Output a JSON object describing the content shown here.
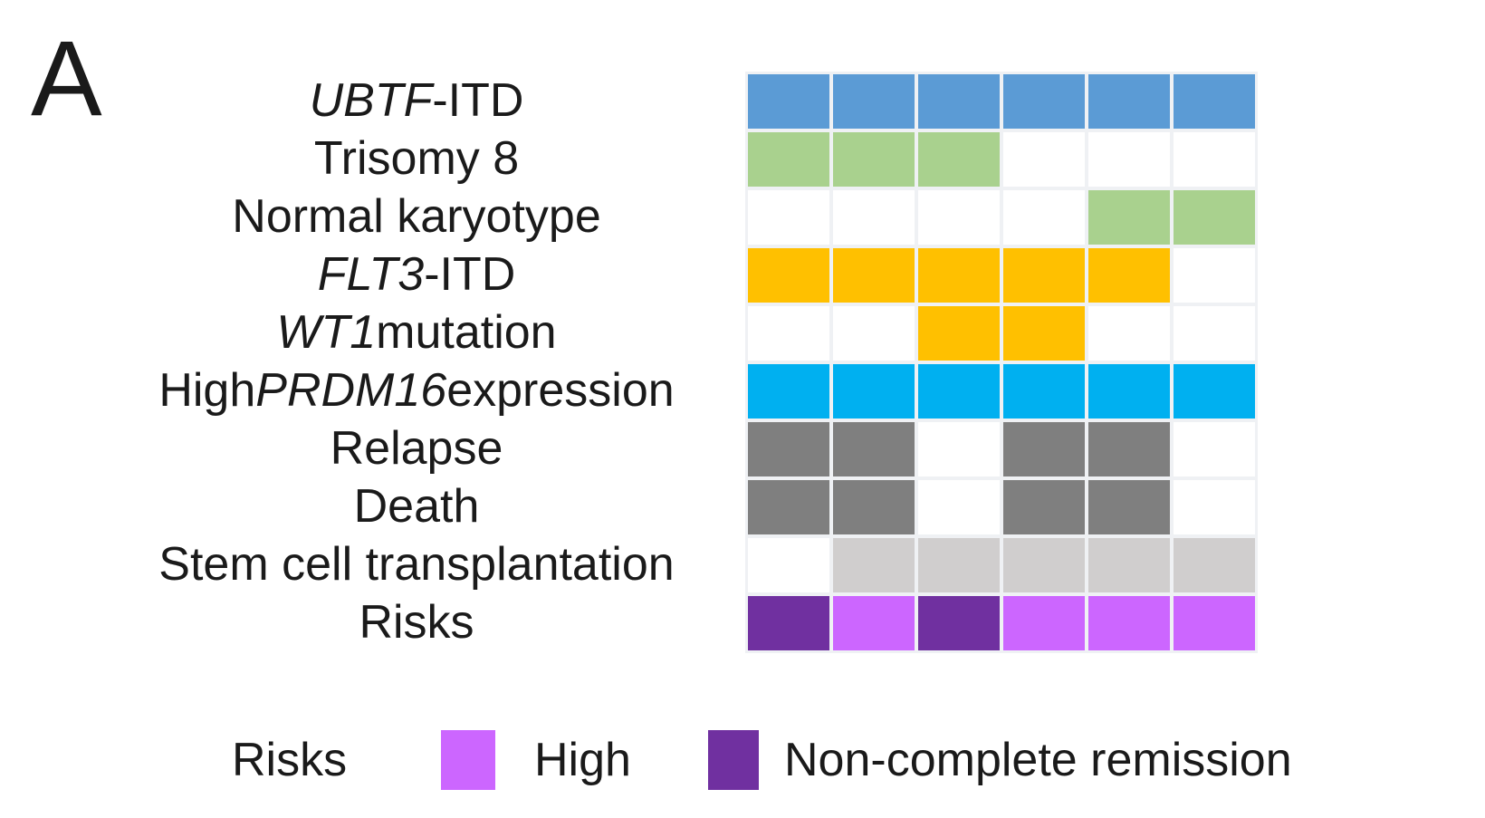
{
  "panel_label": "A",
  "colors": {
    "blue": "#5B9BD5",
    "green": "#A9D18E",
    "yellow": "#FFC000",
    "cyan": "#00B0F0",
    "gray": "#7F7F7F",
    "light_gray": "#D0CECE",
    "dark_purple": "#7030A0",
    "light_purple": "#CC66FF",
    "empty": "#FFFFFF",
    "grid_background": "#EFF1F4"
  },
  "chart_data": {
    "type": "heatmap",
    "title": "",
    "columns": 6,
    "rows": [
      {
        "label_segments": [
          {
            "text": "UBTF",
            "italic": true
          },
          {
            "text": "-ITD",
            "italic": false
          }
        ],
        "cells": [
          "blue",
          "blue",
          "blue",
          "blue",
          "blue",
          "blue"
        ]
      },
      {
        "label_segments": [
          {
            "text": "Trisomy 8",
            "italic": false
          }
        ],
        "cells": [
          "green",
          "green",
          "green",
          null,
          null,
          null
        ]
      },
      {
        "label_segments": [
          {
            "text": "Normal karyotype",
            "italic": false
          }
        ],
        "cells": [
          null,
          null,
          null,
          null,
          "green",
          "green"
        ]
      },
      {
        "label_segments": [
          {
            "text": "FLT3",
            "italic": true
          },
          {
            "text": "-ITD",
            "italic": false
          }
        ],
        "cells": [
          "yellow",
          "yellow",
          "yellow",
          "yellow",
          "yellow",
          null
        ]
      },
      {
        "label_segments": [
          {
            "text": "WT1",
            "italic": true
          },
          {
            "text": " mutation",
            "italic": false
          }
        ],
        "cells": [
          null,
          null,
          "yellow",
          "yellow",
          null,
          null
        ]
      },
      {
        "label_segments": [
          {
            "text": "High ",
            "italic": false
          },
          {
            "text": "PRDM16",
            "italic": true
          },
          {
            "text": " expression",
            "italic": false
          }
        ],
        "cells": [
          "cyan",
          "cyan",
          "cyan",
          "cyan",
          "cyan",
          "cyan"
        ]
      },
      {
        "label_segments": [
          {
            "text": "Relapse",
            "italic": false
          }
        ],
        "cells": [
          "gray",
          "gray",
          null,
          "gray",
          "gray",
          null
        ]
      },
      {
        "label_segments": [
          {
            "text": "Death",
            "italic": false
          }
        ],
        "cells": [
          "gray",
          "gray",
          null,
          "gray",
          "gray",
          null
        ]
      },
      {
        "label_segments": [
          {
            "text": "Stem cell transplantation",
            "italic": false
          }
        ],
        "cells": [
          null,
          "light_gray",
          "light_gray",
          "light_gray",
          "light_gray",
          "light_gray"
        ]
      },
      {
        "label_segments": [
          {
            "text": "Risks",
            "italic": false
          }
        ],
        "cells": [
          "dark_purple",
          "light_purple",
          "dark_purple",
          "light_purple",
          "light_purple",
          "light_purple"
        ]
      }
    ],
    "legend": {
      "title": "Risks",
      "entries": [
        {
          "label": "High",
          "color_key": "light_purple",
          "color": "#CC66FF"
        },
        {
          "label": "Non-complete remission",
          "color_key": "dark_purple",
          "color": "#7030A0"
        }
      ]
    }
  }
}
